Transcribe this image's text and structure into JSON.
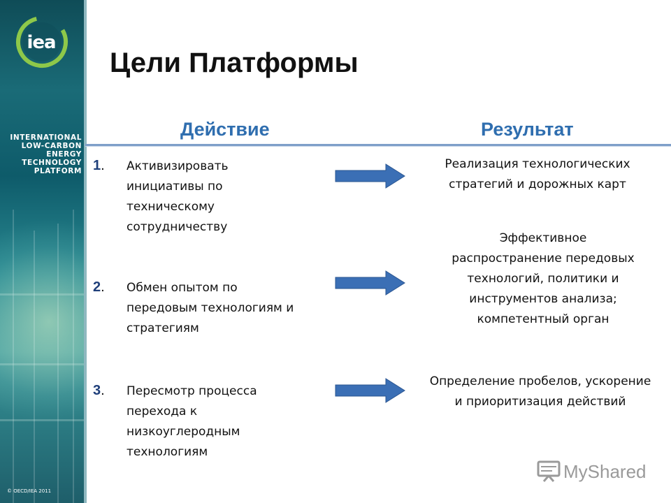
{
  "sidebar": {
    "logo_text": "iea",
    "org_lines": [
      "INTERNATIONAL",
      "LOW-CARBON",
      "ENERGY",
      "TECHNOLOGY",
      "PLATFORM"
    ],
    "copyright": "© OECD/IEA 2011"
  },
  "slide": {
    "title": "Цели Платформы",
    "left_header": "Действие",
    "right_header": "Результат",
    "items": [
      {
        "number": "1",
        "dot": ".",
        "action_lines": [
          "Активизировать",
          "инициативы по",
          "техническому",
          "сотрудничеству"
        ],
        "result_lines": [
          "Реализация технологических",
          "стратегий и дорожных карт"
        ]
      },
      {
        "number": "2",
        "dot": ".",
        "action_lines": [
          "Обмен опытом по",
          "передовым технологиям и",
          "стратегиям"
        ],
        "result_lines": [
          "Эффективное",
          "распространение передовых",
          "технологий, политики и",
          "инструментов анализа;",
          "компетентный орган"
        ]
      },
      {
        "number": "3",
        "dot": ".",
        "action_lines": [
          "Пересмотр процесса",
          "перехода к",
          "низкоуглеродным",
          "технологиям"
        ],
        "result_lines": [
          "Определение пробелов, ускорение",
          "и приоритизация действий"
        ]
      }
    ],
    "arrow_icon": "right-arrow-icon",
    "arrow_color": "#3b6fb5"
  },
  "watermark": {
    "text": "MyShared",
    "icon": "presentation-board-icon"
  },
  "colors": {
    "header_color": "#2f6eaf",
    "number_color": "#1f3f7a",
    "sidebar_base": "#1a6b77"
  }
}
